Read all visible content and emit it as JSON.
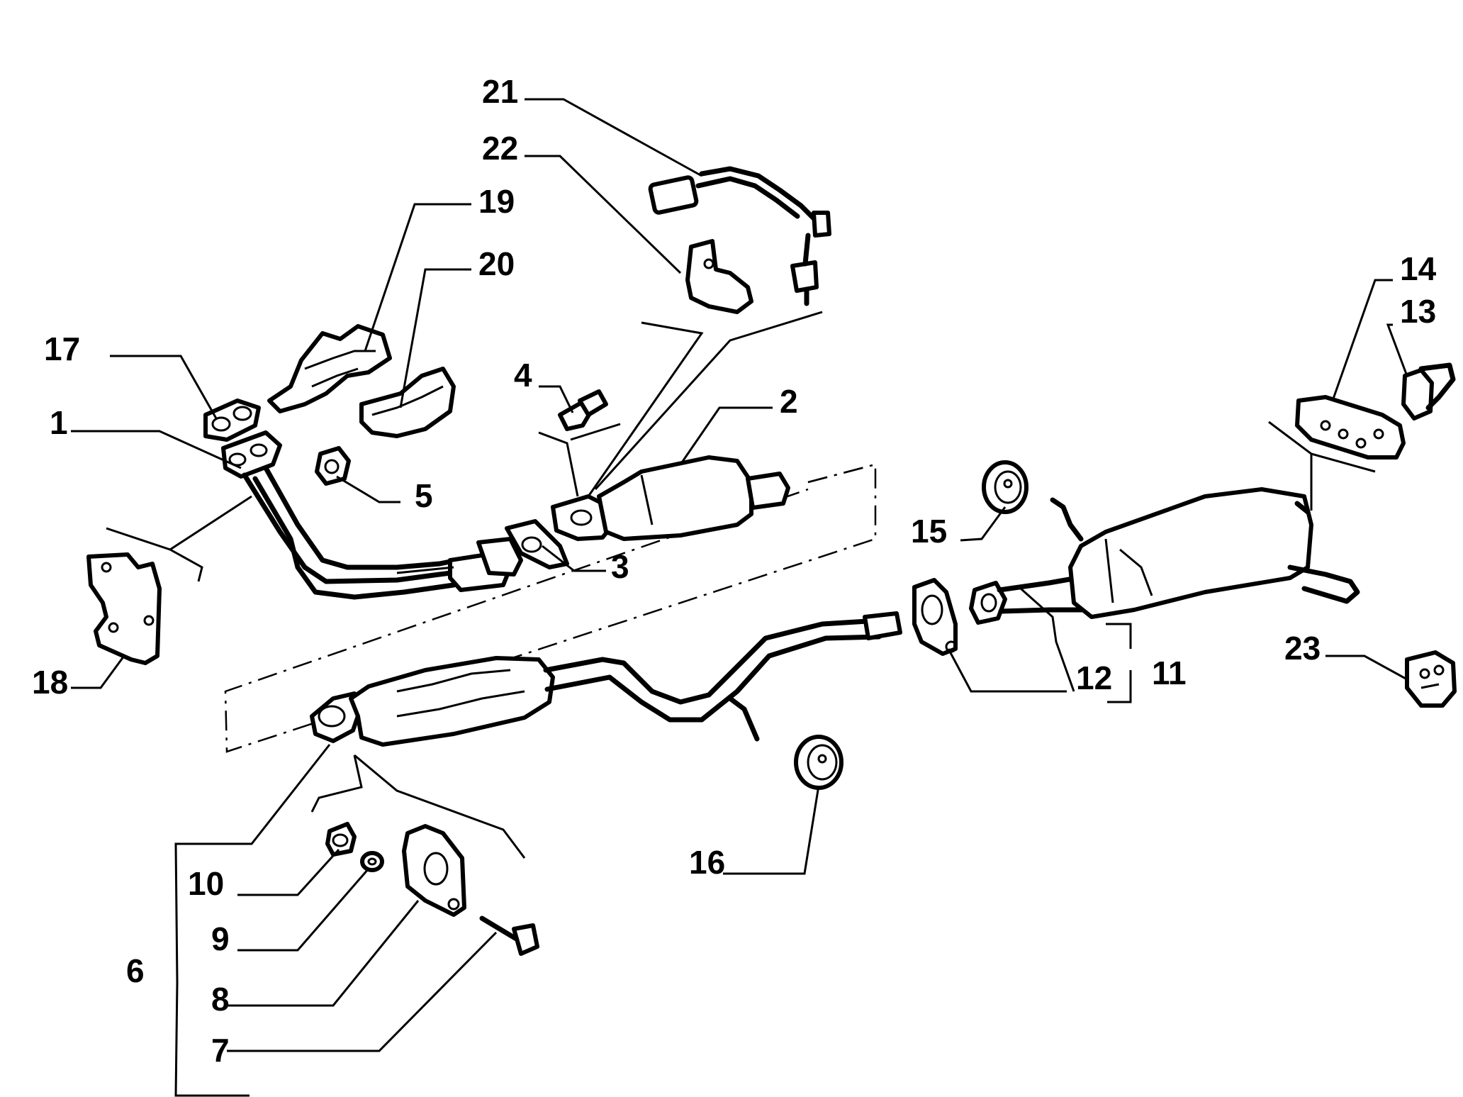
{
  "callouts": {
    "c1": "1",
    "c2": "2",
    "c3": "3",
    "c4": "4",
    "c5": "5",
    "c6": "6",
    "c7": "7",
    "c8": "8",
    "c9": "9",
    "c10": "10",
    "c11": "11",
    "c12": "12",
    "c13": "13",
    "c14": "14",
    "c15": "15",
    "c16": "16",
    "c17": "17",
    "c18": "18",
    "c19": "19",
    "c20": "20",
    "c21": "21",
    "c22": "22",
    "c23": "23"
  },
  "colors": {
    "ink": "#000000",
    "background": "#ffffff",
    "shade": "#cfcfcf"
  }
}
